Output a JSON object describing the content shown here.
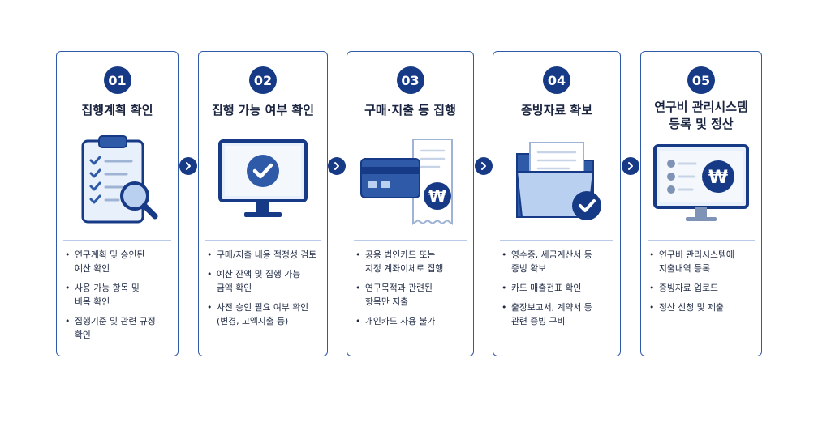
{
  "colors": {
    "primary": "#173a86",
    "accent": "#3b68c7",
    "light": "#b9d0f0",
    "border": "#2f5aa8"
  },
  "steps": [
    {
      "number": "01",
      "title": "집행계획 확인",
      "icon": "clipboard-magnifier-icon",
      "bullets": [
        "연구계획 및 승인된\n예산 확인",
        "사용 가능 항목 및\n비목 확인",
        "집행기준 및 관련 규정\n확인"
      ]
    },
    {
      "number": "02",
      "title": "집행 가능 여부 확인",
      "icon": "monitor-check-icon",
      "bullets": [
        "구매/지출 내용 적정성 검토",
        "예산 잔액 및 집행 가능\n금액 확인",
        "사전 승인 필요 여부 확인\n(변경, 고액지출 등)"
      ]
    },
    {
      "number": "03",
      "title": "구매·지출 등 집행",
      "icon": "card-receipt-won-icon",
      "bullets": [
        "공용 법인카드 또는\n지정 계좌이체로 집행",
        "연구목적과 관련된\n항목만 지출",
        "개인카드 사용 불가"
      ]
    },
    {
      "number": "04",
      "title": "증빙자료 확보",
      "icon": "folder-check-icon",
      "bullets": [
        "영수증, 세금계산서 등\n증빙 확보",
        "카드 매출전표 확인",
        "출장보고서, 계약서 등\n관련 증빙 구비"
      ]
    },
    {
      "number": "05",
      "title": "연구비 관리시스템\n등록 및 정산",
      "icon": "monitor-won-icon",
      "bullets": [
        "연구비 관리시스템에\n지출내역 등록",
        "증빙자료 업로드",
        "정산 신청 및 제출"
      ]
    }
  ]
}
